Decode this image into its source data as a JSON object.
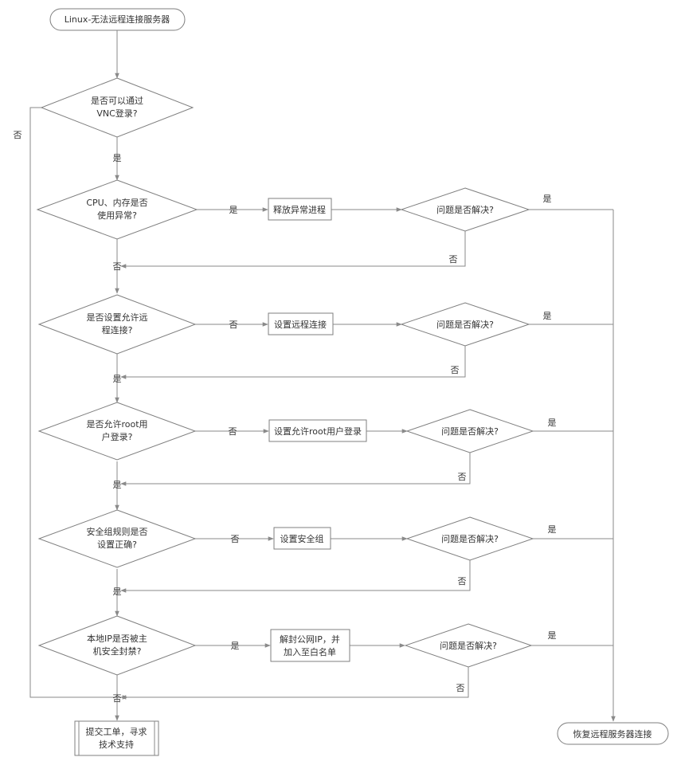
{
  "start": "Linux-无法远程连接服务器",
  "q_vnc": [
    "是否可以通过",
    "VNC登录?"
  ],
  "q_cpu": [
    "CPU、内存是否",
    "使用异常?"
  ],
  "q_remote": [
    "是否设置允许远",
    "程连接?"
  ],
  "q_root": [
    "是否允许root用",
    "户登录?"
  ],
  "q_sg": [
    "安全组规则是否",
    "设置正确?"
  ],
  "q_ip": [
    "本地IP是否被主",
    "机安全封禁?"
  ],
  "a_release": "释放异常进程",
  "a_remote": "设置远程连接",
  "a_root": "设置允许root用户登录",
  "a_sg": "设置安全组",
  "a_ip": [
    "解封公网IP，并",
    "加入至白名单"
  ],
  "check": "问题是否解决?",
  "ticket": [
    "提交工单，寻求",
    "技术支持"
  ],
  "end": "恢复远程服务器连接",
  "yes": "是",
  "no": "否"
}
